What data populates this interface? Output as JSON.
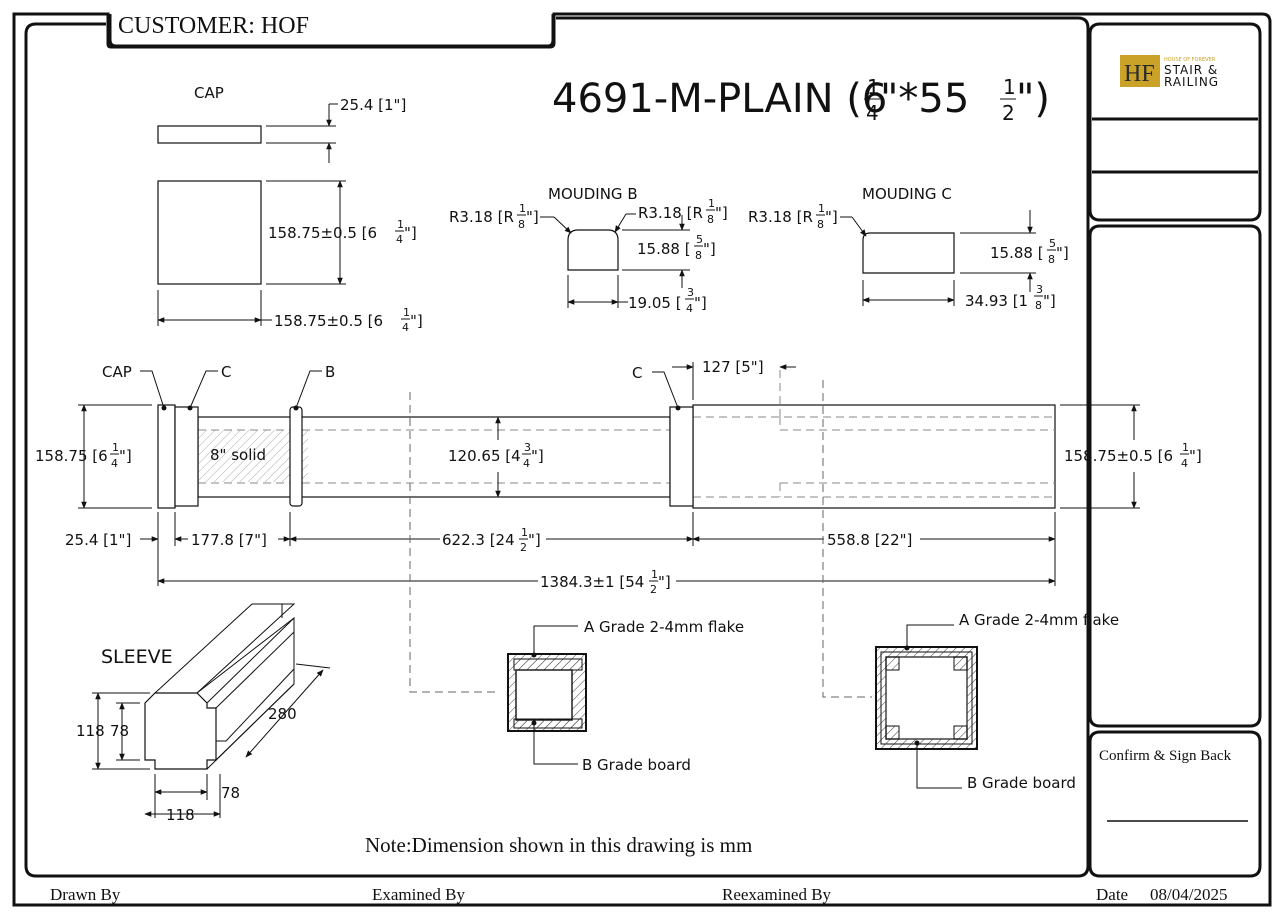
{
  "header": {
    "customer": "CUSTOMER: HOF",
    "title_prefix": "4691-M-PLAIN (6",
    "title_mid": "\"*55",
    "title_suffix": "\")",
    "title_frac1_num": "1",
    "title_frac1_den": "4",
    "title_frac2_num": "1",
    "title_frac2_den": "2"
  },
  "logo": {
    "mark": "HF",
    "tagline": "HOUSE OF FOREVER",
    "line1": "STAIR &",
    "line2": "RAILING",
    "gold": "#c9a227"
  },
  "cap_view": {
    "label": "CAP",
    "thickness": "25.4 [1\"]",
    "height_prefix": "158.75±0.5 [6",
    "width_prefix": "158.75±0.5 [6"
  },
  "moulding_b": {
    "label": "MOUDING B",
    "radius_prefix": "R3.18 [R",
    "height_prefix": "15.88 [",
    "width_prefix": "19.05 ["
  },
  "moulding_c": {
    "label": "MOUDING C",
    "radius_prefix": "R3.18 [R",
    "height_prefix": "15.88 [",
    "width_prefix": "34.93 [1"
  },
  "fractions": {
    "one": "1",
    "three": "3",
    "five": "5",
    "four": "4",
    "eight": "8",
    "two": "2"
  },
  "elevation": {
    "callout_cap": "CAP",
    "callout_c": "C",
    "callout_b": "B",
    "callout_c2": "C",
    "top_dim": "127 [5\"]",
    "left_height_prefix": "158.75 [6",
    "solid_label": "8\" solid",
    "inner_prefix": "120.65 [4",
    "right_height_prefix": "158.75±0.5 [6",
    "dim_cap": "25.4 [1\"]",
    "dim_c_b": "177.8 [7\"]",
    "dim_shaft_prefix": "622.3 [24",
    "dim_sleeve": "558.8 [22\"]",
    "dim_total_prefix": "1384.3±1 [54",
    "close_bracket": "\"]"
  },
  "sleeve": {
    "label": "SLEEVE",
    "dim_height": "118",
    "dim_inner_height": "78",
    "dim_length": "280",
    "dim_inner_width": "78",
    "dim_width": "118"
  },
  "sections": {
    "a_grade_1": "A Grade 2-4mm flake",
    "b_grade_1": "B Grade board",
    "a_grade_2": "A Grade 2-4mm flake",
    "b_grade_2": "B Grade board"
  },
  "note": "Note:Dimension shown in this drawing is mm",
  "confirm": "Confirm & Sign Back",
  "footer": {
    "drawn_by": "Drawn By",
    "examined_by": "Examined By",
    "reexamined_by": "Reexamined By",
    "date_label": "Date",
    "date_value": "08/04/2025"
  }
}
